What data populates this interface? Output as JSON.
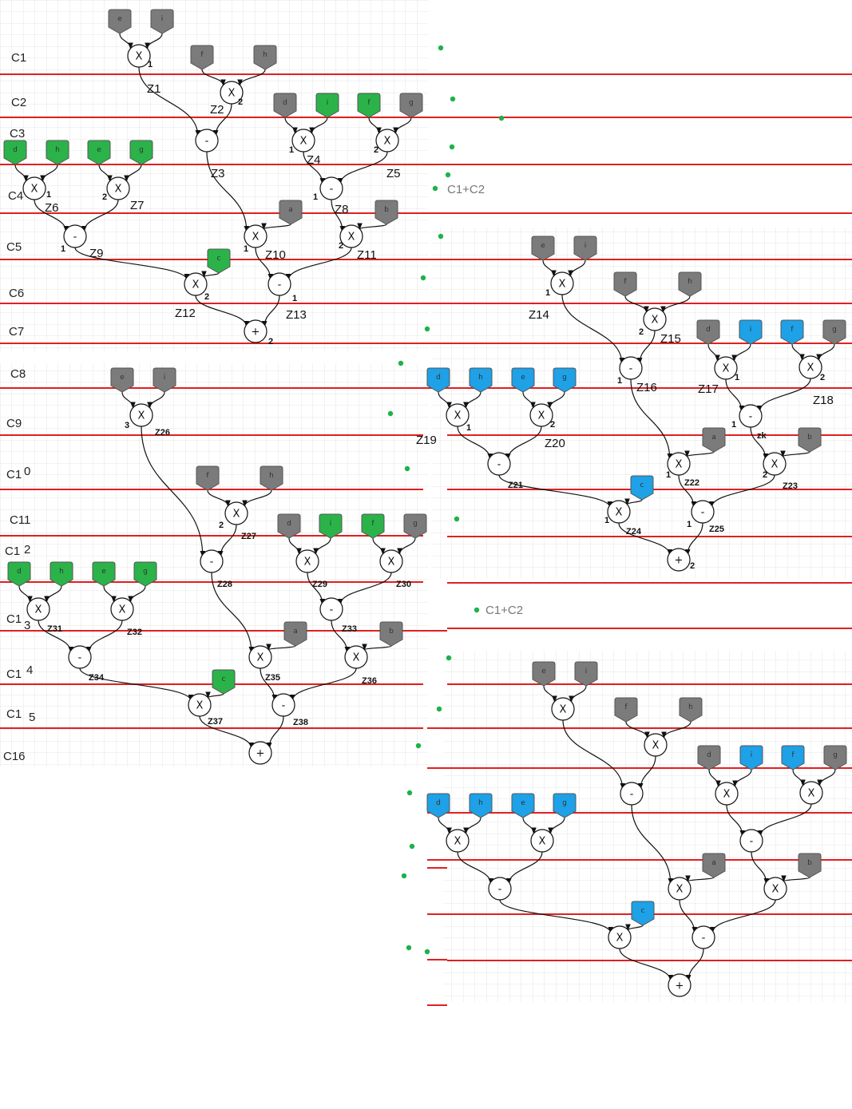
{
  "colors": {
    "grey_input": "#7b7b7b",
    "green_input": "#2bb34a",
    "blue_input": "#1ea1e6",
    "cycle_line": "#e02020",
    "dot": "#1db24a",
    "grid": "#e4e4e4"
  },
  "cycles": [
    "C1",
    "C2",
    "C3",
    "C4",
    "C5",
    "C6",
    "C7",
    "C8",
    "C9",
    "C1",
    "C11",
    "C1",
    "C1",
    "C1",
    "C1",
    "C16"
  ],
  "cycle_suffixes": [
    "0",
    "2",
    "3",
    "4",
    "5"
  ],
  "notes": [
    "C1+C2",
    "C1+C2"
  ],
  "ops": {
    "mul": "X",
    "sub": "-",
    "add": "+"
  },
  "letters": {
    "a": "a",
    "b": "b",
    "c": "c",
    "d": "d",
    "e": "e",
    "f": "f",
    "g": "g",
    "h": "h",
    "i": "i"
  },
  "z_labels": {
    "z1": "Z1",
    "z2": "Z2",
    "z3": "Z3",
    "z4": "Z4",
    "z5": "Z5",
    "z6": "Z6",
    "z7": "Z7",
    "z8": "Z8",
    "z9": "Z9",
    "z10": "Z10",
    "z11": "Z11",
    "z12": "Z12",
    "z13": "Z13",
    "z14": "Z14",
    "z15": "Z15",
    "z16": "Z16",
    "z17": "Z17",
    "z18": "Z18",
    "z19": "Z19",
    "z20": "Z20",
    "z21": "Z21",
    "z22": "Z22",
    "z23": "Z23",
    "z24": "Z24",
    "z25": "Z25",
    "z26": "Z26",
    "z27": "Z27",
    "z28": "Z28",
    "z29": "Z29",
    "z30": "Z30",
    "z31": "Z31",
    "z32": "Z32",
    "z33": "Z33",
    "z34": "Z34",
    "z35": "Z35",
    "z36": "Z36",
    "z37": "Z37",
    "z38": "Z38",
    "zk": "zk"
  },
  "indices": [
    "1",
    "2",
    "3"
  ]
}
